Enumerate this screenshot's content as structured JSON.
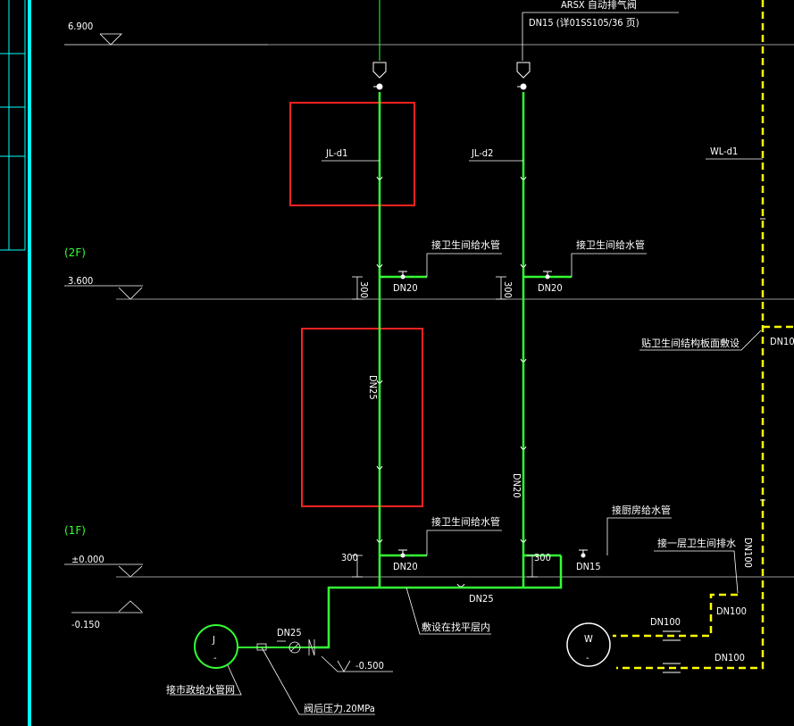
{
  "levels": {
    "top_elev": "6.900",
    "floor2_label": "(2F)",
    "floor2_elev": "3.600",
    "floor1_label": "(1F)",
    "floor1_elev": "±0.000",
    "outdoor_elev": "-0.150",
    "pipe_depth": "-0.500"
  },
  "top": {
    "vent_valve": "ARSX 自动排气阀",
    "vent_detail": "DN15 (详01SS105/36    页)"
  },
  "risers": {
    "jl1": "JL-d1",
    "jl2": "JL-d2",
    "wl1": "WL-d1"
  },
  "labels": {
    "bath_supply": "接卫生间给水管",
    "kitchen_supply": "接厨房给水管",
    "wall_laid": "贴卫生间结构板面敷设",
    "first_floor_drain": "接一层卫生间排水",
    "under_slab": "敷设在找平层内",
    "municipal": "接市政给水管网",
    "pressure": "阀后压力.20MPa",
    "dn20": "DN20",
    "dn25": "DN25",
    "dn15": "DN15",
    "dn100": "DN100",
    "dn10x": "DN10",
    "h300": "300",
    "j": "J",
    "w": "W",
    "dash": "-"
  },
  "colors": {
    "supply": "#33ff33",
    "drain": "#ffff00",
    "highlight": "#ff2222",
    "frame": "#00ffff",
    "text": "#ffffff"
  }
}
